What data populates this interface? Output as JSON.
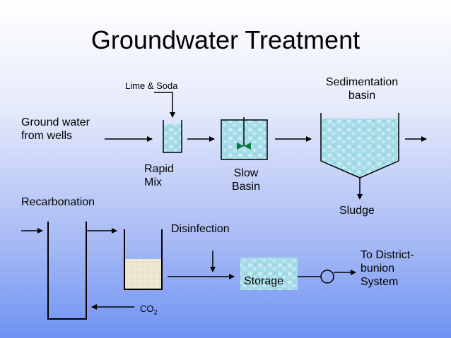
{
  "title": "Groundwater Treatment",
  "labels": {
    "lime_soda": "Lime & Soda",
    "sedimentation_1": "Sedimentation",
    "sedimentation_2": "basin",
    "ground_water_1": "Ground water",
    "ground_water_2": "from wells",
    "rapid_mix_1": "Rapid",
    "rapid_mix_2": "Mix",
    "slow_basin_1": "Slow",
    "slow_basin_2": "Basin",
    "recarbonation": "Recarbonation",
    "sludge": "Sludge",
    "disinfection": "Disinfection",
    "storage": "Storage",
    "district_1": "To District-",
    "district_2": "bunion",
    "district_3": "System",
    "co2_base": "CO",
    "co2_sub": "2"
  },
  "colors": {
    "water": "#9fd8e6",
    "water_dark": "#6fb9cf",
    "sand": "#efe6cf",
    "valve": "#0a7a3a"
  }
}
